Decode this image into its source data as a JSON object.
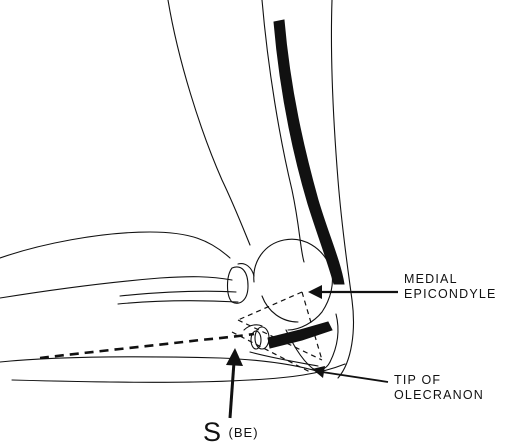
{
  "labels": {
    "medial_line1": "MEDIAL",
    "medial_line2": "EPICONDYLE",
    "tip_line1": "TIP OF",
    "tip_line2": "OLECRANON",
    "s_main": "S",
    "s_sub": "(BE)"
  },
  "colors": {
    "ink": "#111111",
    "background": "#ffffff"
  }
}
